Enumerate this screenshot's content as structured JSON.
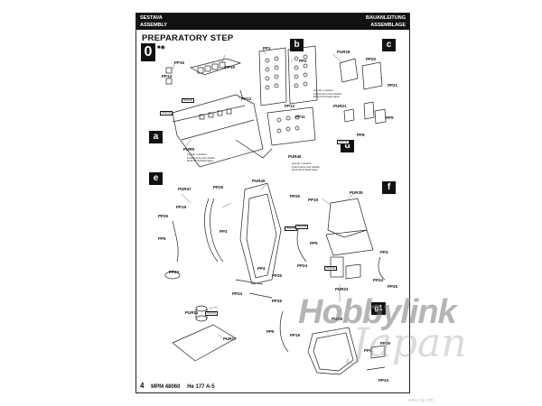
{
  "header": {
    "brand": "SESTAVA",
    "brand_sub": "ASSEMBLY",
    "right": "BAUANLEITUNG",
    "right_sub": "ASSEMBLAGE"
  },
  "title": "PREPARATORY STEP",
  "step": {
    "number": "0"
  },
  "sections": {
    "a": "a",
    "b": "b",
    "c": "c",
    "d": "d",
    "e": "e",
    "f": "f",
    "g": "g1"
  },
  "parts": {
    "pp15": "PP15",
    "pp14": "PP14",
    "pp10": "PP10",
    "pp13": "PP13",
    "pur9": "PUR9",
    "pp1": "PP1",
    "pp2": "PP2",
    "pp12": "PP12",
    "pp11": "PP11",
    "pur46": "PUR46",
    "pur18": "PUR18",
    "pp20": "PP20",
    "pp21": "PP21",
    "pur21": "PUR21",
    "pp9": "PP9",
    "pp8": "PP8",
    "pur47": "PUR47",
    "pp25_e": "PP25",
    "pp19_e": "PP19",
    "pp25_e2": "PP25",
    "pp5_e": "PP5",
    "pp24_e": "PP24",
    "pur45": "PUR45",
    "pp3": "PP3",
    "pp4_e": "PP4",
    "pp25_e3": "PP25",
    "pp24_e2": "PP24",
    "pp25_f": "PP25",
    "pp19_f": "PP19",
    "pp5_f": "PP5",
    "pp24_f": "PP24",
    "pur35": "PUR35",
    "pp4_f": "PP4",
    "pp24_f2": "PP24",
    "pp25_f2": "PP25",
    "pur23": "PUR23",
    "pur11": "PUR11",
    "pur17": "PUR17",
    "pp25_g": "PP25",
    "pp5_g": "PP5",
    "pp19_g": "PP19",
    "pur8": "PUR8",
    "pp4_g": "PP4",
    "pp25_g2": "PP25",
    "pp24_g": "PP24"
  },
  "notes": {
    "a": "pokrok u dotadu\ninstruments and details\nRLM 66 Schwarzgrau",
    "b": "pokrok u dotadu\ninstruments and details\nRLM 66 Schwarzgrau",
    "d": "pokrok u dotadu\ninstruments and details\nRLM 66 Schwarzgrau"
  },
  "tag": "H70/C46",
  "footer": {
    "page": "4",
    "code": "MPM 48060",
    "model": "He 177 A-5"
  },
  "watermark": {
    "brand": "Hobbylink",
    "script": "Japan",
    "url": "www.hlj.com"
  }
}
